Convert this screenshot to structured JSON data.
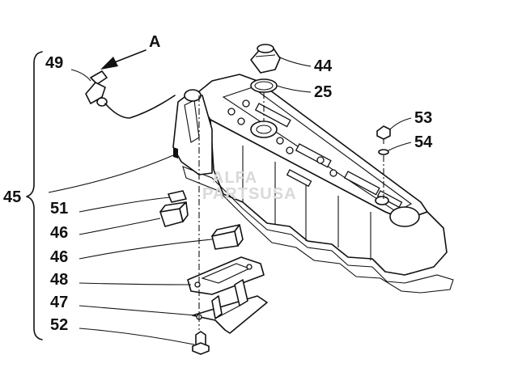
{
  "diagram": {
    "view_letter": "A",
    "callouts": {
      "c45": "45",
      "c49": "49",
      "c44": "44",
      "c25": "25",
      "c53": "53",
      "c54": "54",
      "c51": "51",
      "c46a": "46",
      "c46b": "46",
      "c48": "48",
      "c47": "47",
      "c52": "52"
    },
    "watermark": {
      "line1": "ALFA",
      "line2": "PARTSUSA"
    },
    "colors": {
      "ink": "#111111",
      "background": "#ffffff",
      "watermark": "#d9d9d9"
    }
  }
}
